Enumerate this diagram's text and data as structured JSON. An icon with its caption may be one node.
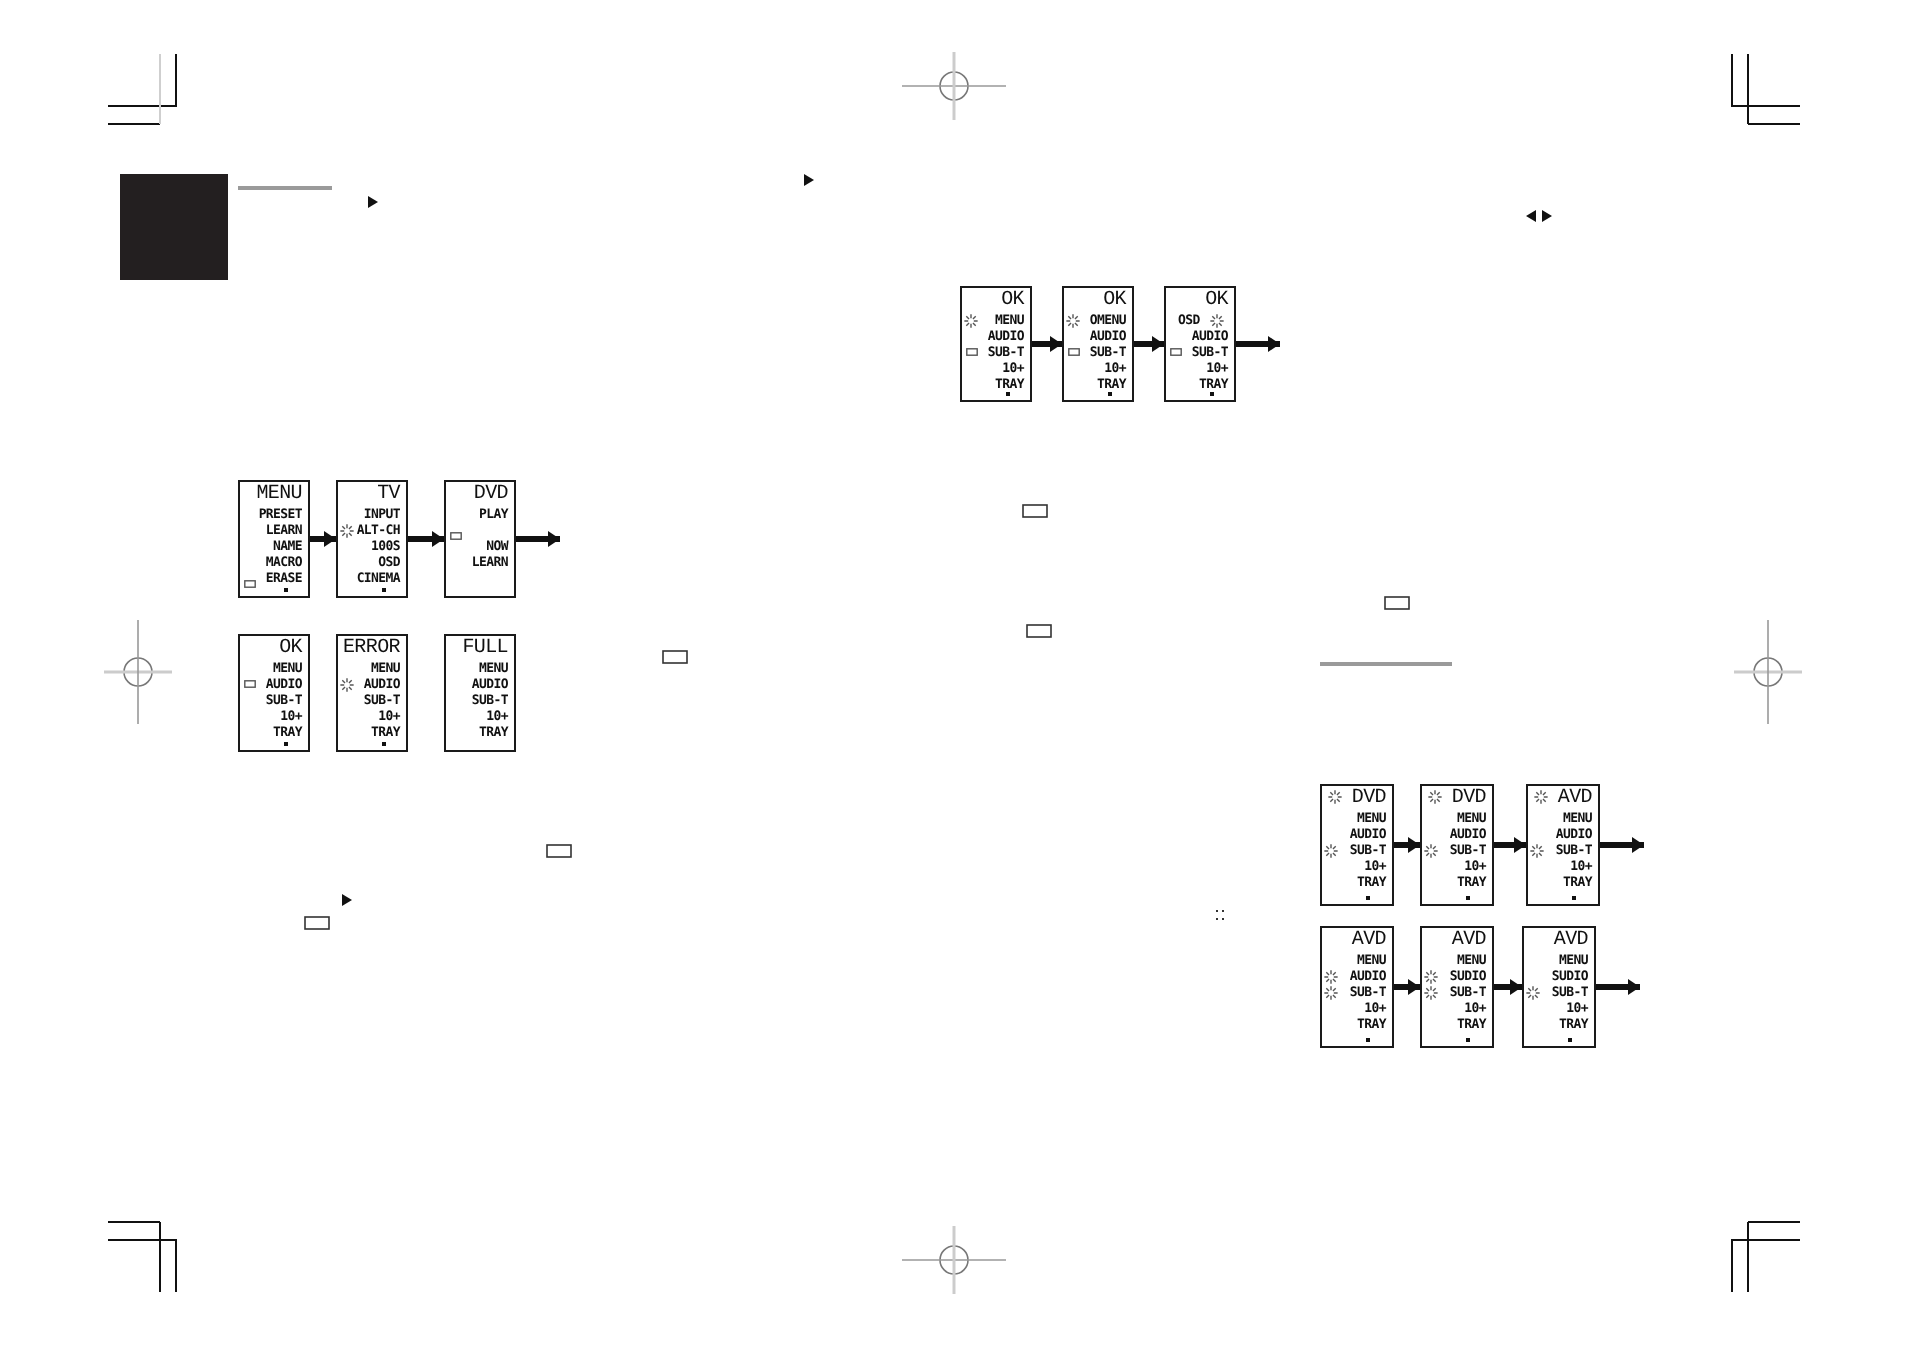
{
  "diagram": {
    "nodes": [
      {
        "text": [
          "MENU",
          "PRESET",
          "LEARN",
          "NAME",
          "MACRO",
          "ERASE"
        ]
      },
      {
        "text": [
          "TV",
          "INPUT",
          "ALT-CH",
          "100S",
          "OSD",
          "CINEMA"
        ]
      },
      {
        "text": [
          "DVD",
          "PLAY",
          "NOW",
          "LEARN"
        ]
      },
      {
        "text": [
          "OK",
          "MENU",
          "AUDIO",
          "SUB-T",
          "10+",
          "TRAY"
        ]
      },
      {
        "text": [
          "ERROR",
          "MENU",
          "AUDIO",
          "SUB-T",
          "10+",
          "TRAY"
        ]
      },
      {
        "text": [
          "FULL",
          "MENU",
          "AUDIO",
          "SUB-T",
          "10+",
          "TRAY"
        ]
      },
      {
        "text": [
          "OK",
          "MENU",
          "AUDIO",
          "SUB-T",
          "10+",
          "TRAY"
        ]
      },
      {
        "text": [
          "OK",
          "OMENU",
          "AUDIO",
          "SUB-T",
          "10+",
          "TRAY"
        ]
      },
      {
        "text": [
          "OK",
          "OSD",
          "AUDIO",
          "SUB-T",
          "10+",
          "TRAY"
        ]
      },
      {
        "text": [
          "DVD",
          "MENU",
          "AUDIO",
          "SUB-T",
          "10+",
          "TRAY"
        ]
      },
      {
        "text": [
          "DVD",
          "MENU",
          "AUDIO",
          "SUB-T",
          "10+",
          "TRAY"
        ]
      },
      {
        "text": [
          "AVD",
          "MENU",
          "AUDIO",
          "SUB-T",
          "10+",
          "TRAY"
        ]
      },
      {
        "text": [
          "AVD",
          "MENU",
          "AUDIO",
          "SUB-T",
          "10+",
          "TRAY"
        ]
      },
      {
        "text": [
          "AVD",
          "MENU",
          "SUDIO",
          "SUB-T",
          "10+",
          "TRAY"
        ]
      },
      {
        "text": [
          "AVD",
          "MENU",
          "SUDIO",
          "SUB-T",
          "10+",
          "TRAY"
        ]
      }
    ],
    "edges": [
      {
        "from": 0,
        "to": 1,
        "arrow": "to"
      },
      {
        "from": 1,
        "to": 2,
        "arrow": "to"
      },
      {
        "from": 2,
        "to": null,
        "arrow": "to"
      },
      {
        "from": 6,
        "to": 7,
        "arrow": "to"
      },
      {
        "from": 7,
        "to": 8,
        "arrow": "to"
      },
      {
        "from": 8,
        "to": null,
        "arrow": "to"
      },
      {
        "from": 9,
        "to": 10,
        "arrow": "to"
      },
      {
        "from": 10,
        "to": 11,
        "arrow": "to"
      },
      {
        "from": 11,
        "to": null,
        "arrow": "to"
      },
      {
        "from": 12,
        "to": 13,
        "arrow": "to"
      },
      {
        "from": 13,
        "to": 14,
        "arrow": "to"
      },
      {
        "from": 14,
        "to": null,
        "arrow": "to"
      }
    ]
  }
}
